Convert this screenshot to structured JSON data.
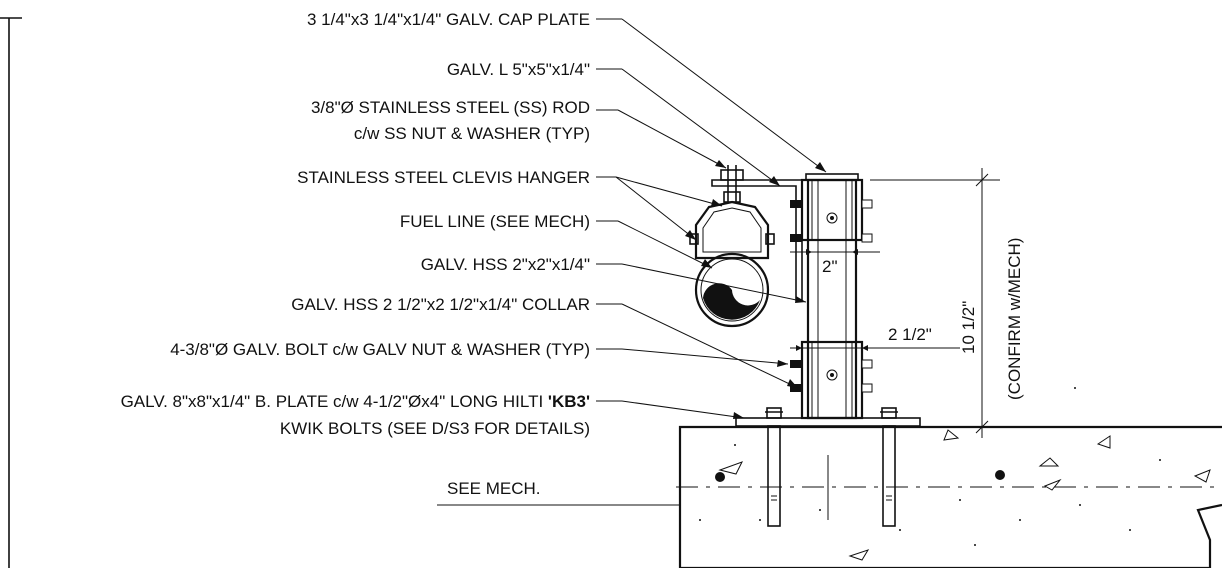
{
  "labels": {
    "cap_plate": "3 1/4\"x3 1/4\"x1/4\" GALV. CAP PLATE",
    "angle": "GALV. L 5\"x5\"x1/4\"",
    "rod_1": "3/8\"Ø STAINLESS STEEL (SS) ROD",
    "rod_2": "c/w SS NUT & WASHER (TYP)",
    "clevis": "STAINLESS STEEL CLEVIS HANGER",
    "fuel_line": "FUEL LINE (SEE MECH)",
    "hss": "GALV. HSS 2\"x2\"x1/4\"",
    "collar": "GALV. HSS 2 1/2\"x2 1/2\"x1/4\" COLLAR",
    "bolt": "4-3/8\"Ø GALV. BOLT c/w GALV NUT & WASHER (TYP)",
    "base_plate_1a": "GALV. 8\"x8\"x1/4\" B. PLATE c/w 4-1/2\"Øx4\" LONG HILTI ",
    "base_plate_1b": "'KB3'",
    "base_plate_2": "KWIK BOLTS (SEE D/S3 FOR DETAILS)",
    "see_mech": "SEE MECH."
  },
  "dimensions": {
    "post_width": "2\"",
    "collar_width": "2 1/2\"",
    "height": "10 1/2\"",
    "height_note": "(CONFIRM w/MECH)"
  }
}
